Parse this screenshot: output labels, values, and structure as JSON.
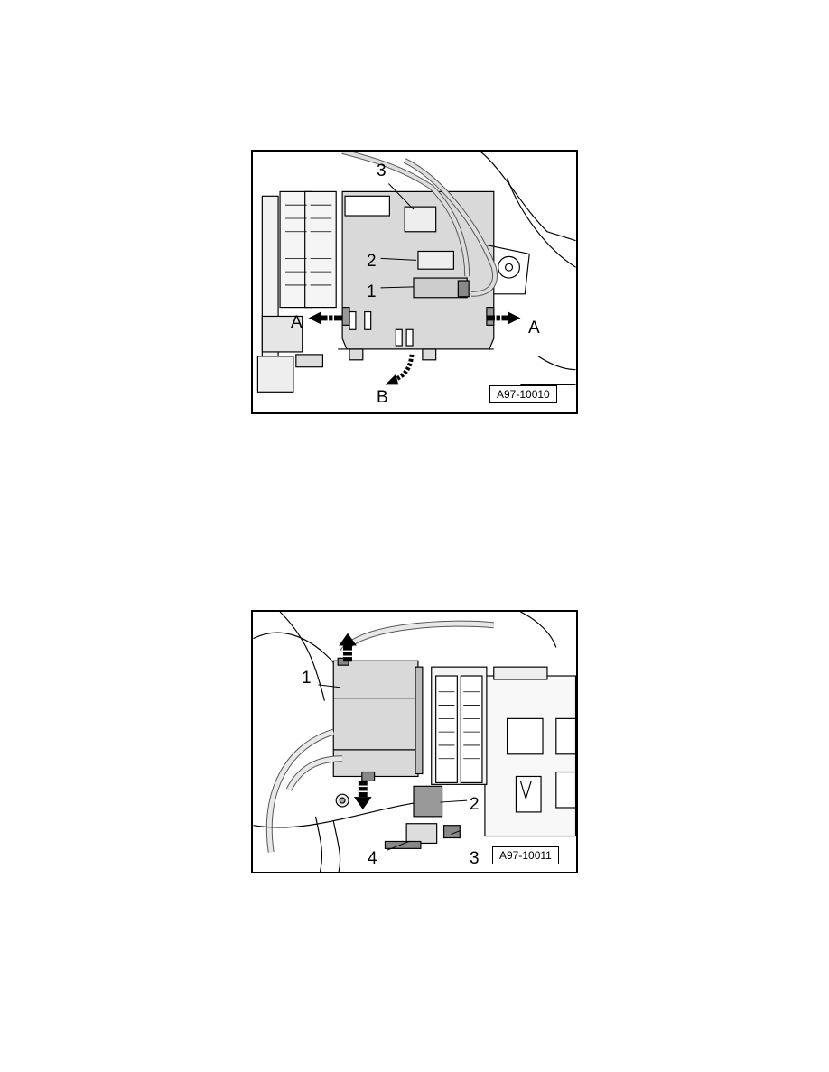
{
  "figures": [
    {
      "id": "A97-10010",
      "callouts": {
        "n1": "1",
        "n2": "2",
        "n3": "3",
        "a_left": "A",
        "a_right": "A",
        "b": "B"
      }
    },
    {
      "id": "A97-10011",
      "callouts": {
        "n1": "1",
        "n2": "2",
        "n3": "3",
        "n4": "4"
      }
    }
  ]
}
